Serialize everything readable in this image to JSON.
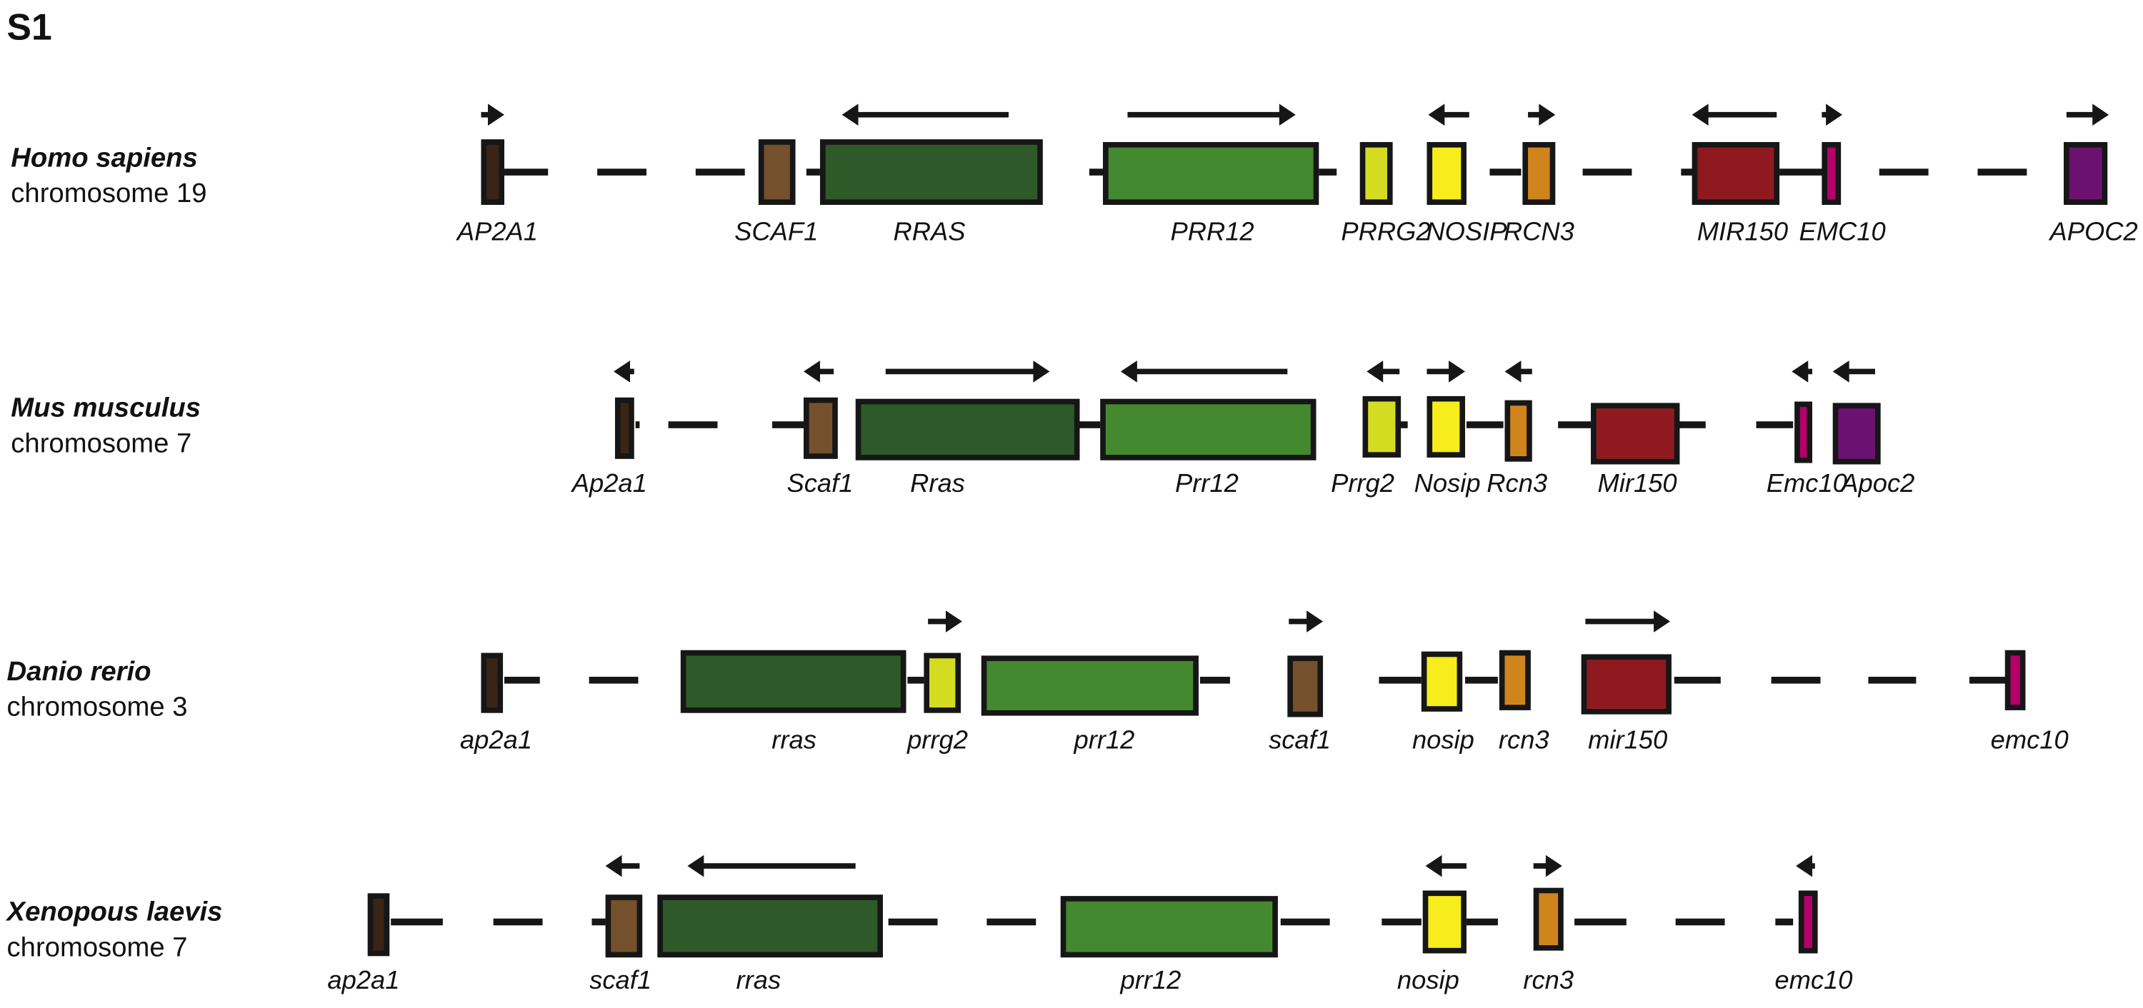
{
  "panel_label": "S1",
  "colors": {
    "outline": "#161616",
    "ap2a1": "#3a2416",
    "scaf1": "#74502c",
    "rras": "#2d5a28",
    "prr12": "#44892f",
    "prrg2": "#d4dc22",
    "nosip": "#f7ec1c",
    "rcn3": "#d0841c",
    "mir150": "#8e1a20",
    "emc10": "#b5006a",
    "apoc2": "#6b1170"
  },
  "rows": [
    {
      "species": "Homo sapiens",
      "chromosome": "chromosome 19",
      "genes": [
        {
          "name": "AP2A1",
          "key": "ap2a1",
          "strand": "+"
        },
        {
          "name": "SCAF1",
          "key": "scaf1",
          "strand": ""
        },
        {
          "name": "RRAS",
          "key": "rras",
          "strand": "-"
        },
        {
          "name": "PRR12",
          "key": "prr12",
          "strand": "+"
        },
        {
          "name": "PRRG2",
          "key": "prrg2",
          "strand": ""
        },
        {
          "name": "NOSIP",
          "key": "nosip",
          "strand": "-"
        },
        {
          "name": "RCN3",
          "key": "rcn3",
          "strand": "+"
        },
        {
          "name": "MIR150",
          "key": "mir150",
          "strand": "-"
        },
        {
          "name": "EMC10",
          "key": "emc10",
          "strand": "+"
        },
        {
          "name": "APOC2",
          "key": "apoc2",
          "strand": "+"
        }
      ]
    },
    {
      "species": "Mus musculus",
      "chromosome": "chromosome 7",
      "genes": [
        {
          "name": "Ap2a1",
          "key": "ap2a1",
          "strand": "-"
        },
        {
          "name": "Scaf1",
          "key": "scaf1",
          "strand": "-"
        },
        {
          "name": "Rras",
          "key": "rras",
          "strand": "+"
        },
        {
          "name": "Prr12",
          "key": "prr12",
          "strand": "-"
        },
        {
          "name": "Prrg2",
          "key": "prrg2",
          "strand": "-"
        },
        {
          "name": "Nosip",
          "key": "nosip",
          "strand": "+"
        },
        {
          "name": "Rcn3",
          "key": "rcn3",
          "strand": "-"
        },
        {
          "name": "Mir150",
          "key": "mir150",
          "strand": ""
        },
        {
          "name": "Emc10",
          "key": "emc10",
          "strand": "-"
        },
        {
          "name": "Apoc2",
          "key": "apoc2",
          "strand": "-"
        }
      ]
    },
    {
      "species": "Danio rerio",
      "chromosome": "chromosome 3",
      "genes": [
        {
          "name": "ap2a1",
          "key": "ap2a1",
          "strand": ""
        },
        {
          "name": "rras",
          "key": "rras",
          "strand": ""
        },
        {
          "name": "prrg2",
          "key": "prrg2",
          "strand": "+"
        },
        {
          "name": "prr12",
          "key": "prr12",
          "strand": ""
        },
        {
          "name": "scaf1",
          "key": "scaf1",
          "strand": "+"
        },
        {
          "name": "nosip",
          "key": "nosip",
          "strand": ""
        },
        {
          "name": "rcn3",
          "key": "rcn3",
          "strand": ""
        },
        {
          "name": "mir150",
          "key": "mir150",
          "strand": "+"
        },
        {
          "name": "emc10",
          "key": "emc10",
          "strand": ""
        }
      ]
    },
    {
      "species": "Xenopous laevis",
      "chromosome": "chromosome 7",
      "genes": [
        {
          "name": "ap2a1",
          "key": "ap2a1",
          "strand": ""
        },
        {
          "name": "scaf1",
          "key": "scaf1",
          "strand": "-"
        },
        {
          "name": "rras",
          "key": "rras",
          "strand": "-"
        },
        {
          "name": "prr12",
          "key": "prr12",
          "strand": ""
        },
        {
          "name": "nosip",
          "key": "nosip",
          "strand": "-"
        },
        {
          "name": "rcn3",
          "key": "rcn3",
          "strand": "+"
        },
        {
          "name": "emc10",
          "key": "emc10",
          "strand": "-"
        }
      ]
    }
  ]
}
